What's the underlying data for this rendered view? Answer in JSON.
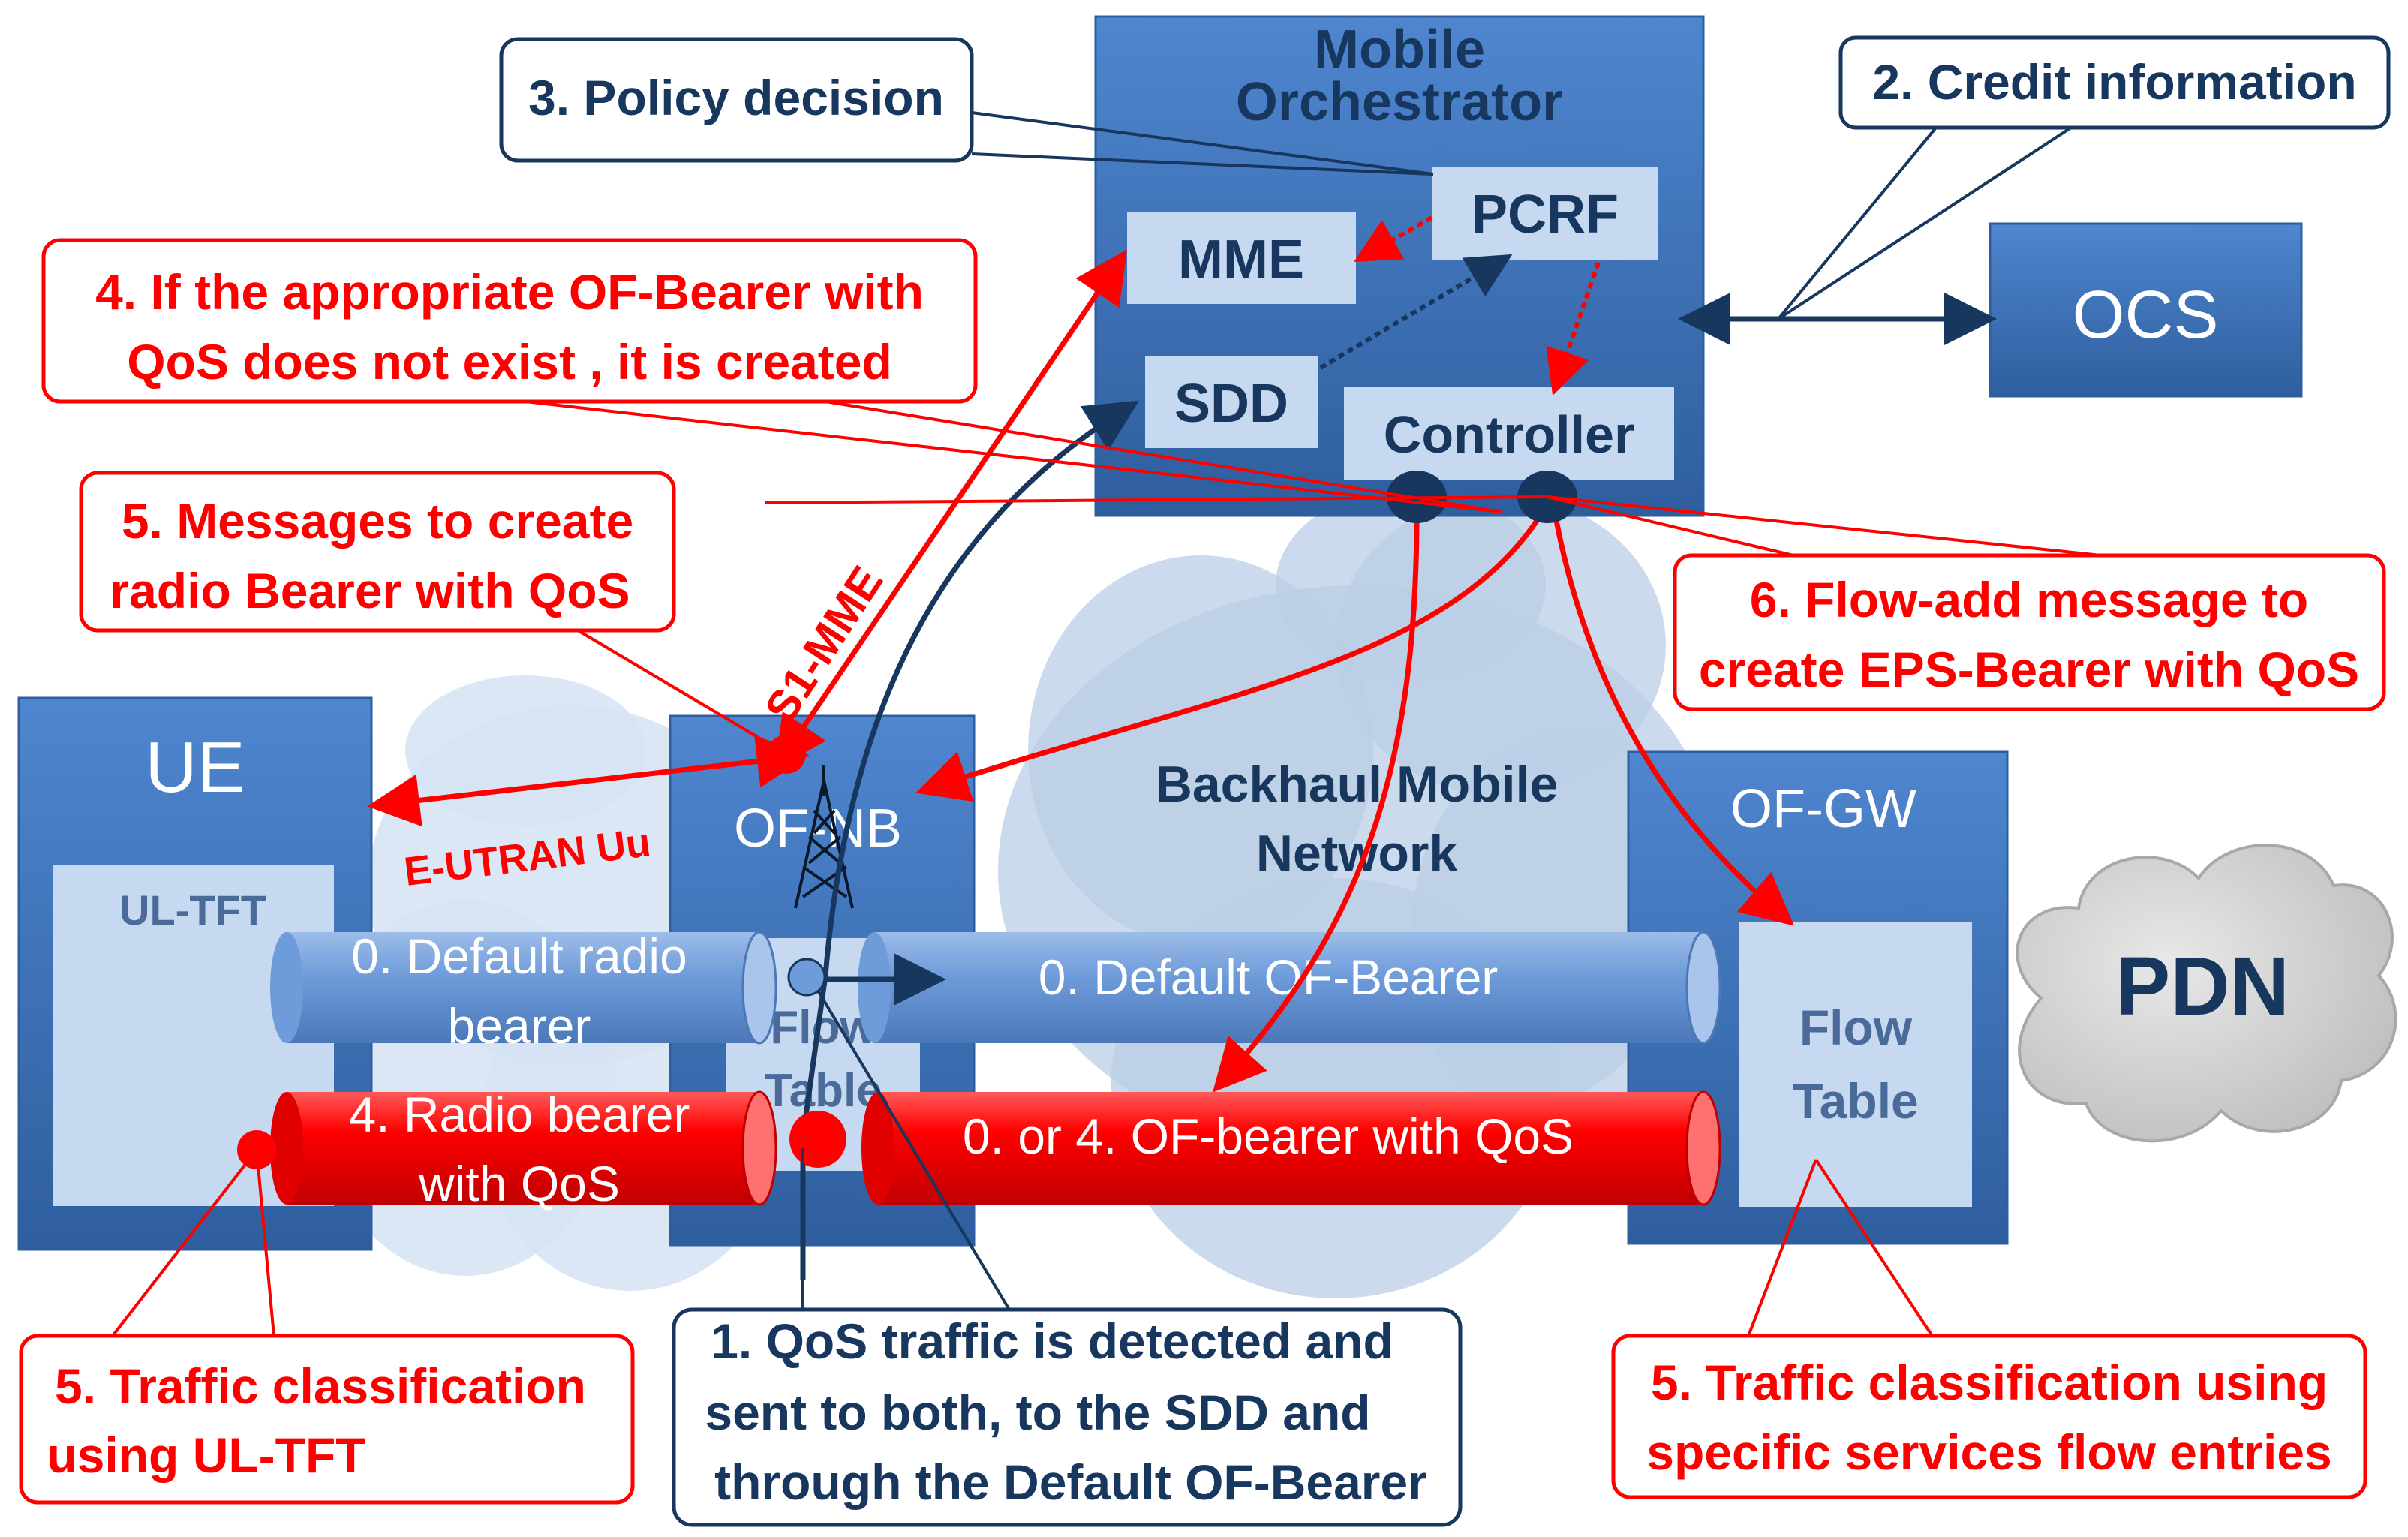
{
  "colors": {
    "navy": "#17375E",
    "red": "#FF0000",
    "box_blue": "#4A7EC4",
    "box_light": "#C6D9F0",
    "cloud": "#B9CDE5",
    "pdn_cloud": "#D0D0D0",
    "bearer_blue": "#6E9BDA",
    "bearer_red": "#F00000"
  },
  "orchestrator": {
    "title_line1": "Mobile",
    "title_line2": "Orchestrator",
    "mme": "MME",
    "pcrf": "PCRF",
    "sdd": "SDD",
    "controller": "Controller"
  },
  "ocs": "OCS",
  "ue": {
    "title": "UE",
    "ul_tft": "UL-TFT"
  },
  "ofnb": {
    "title": "OF-NB",
    "flow_line1": "Flow",
    "flow_line2": "Table"
  },
  "ofgw": {
    "title": "OF-GW",
    "flow_line1": "Flow",
    "flow_line2": "Table"
  },
  "pdn": "PDN",
  "backhaul": {
    "line1": "Backhaul Mobile",
    "line2": "Network"
  },
  "bearers": {
    "default_radio_line1": "0. Default radio",
    "default_radio_line2": "bearer",
    "radio_qos_line1": "4. Radio bearer",
    "radio_qos_line2": "with QoS",
    "default_of": "0. Default OF-Bearer",
    "of_qos": "0. or 4.  OF-bearer with QoS"
  },
  "links": {
    "s1_mme": "S1-MME",
    "e_utran": "E-UTRAN Uu"
  },
  "callouts": {
    "policy": "3. Policy decision",
    "credit": "2. Credit information",
    "ofbearer_line1": "4. If the appropriate OF-Bearer with",
    "ofbearer_line2": "QoS does not exist , it is created",
    "messages_line1": "5. Messages to create",
    "messages_line2": "radio Bearer with QoS",
    "flowadd_line1": "6. Flow-add message to",
    "flowadd_line2": "create EPS-Bearer with QoS",
    "ul_line1": "5. Traffic classification",
    "ul_line2": "using UL-TFT",
    "qos_line1": "1. QoS traffic is detected and",
    "qos_line2": "sent to both, to the SDD and",
    "qos_line3": "through the Default OF-Bearer",
    "gw_line1": "5. Traffic classification using",
    "gw_line2": "specific services flow entries"
  }
}
